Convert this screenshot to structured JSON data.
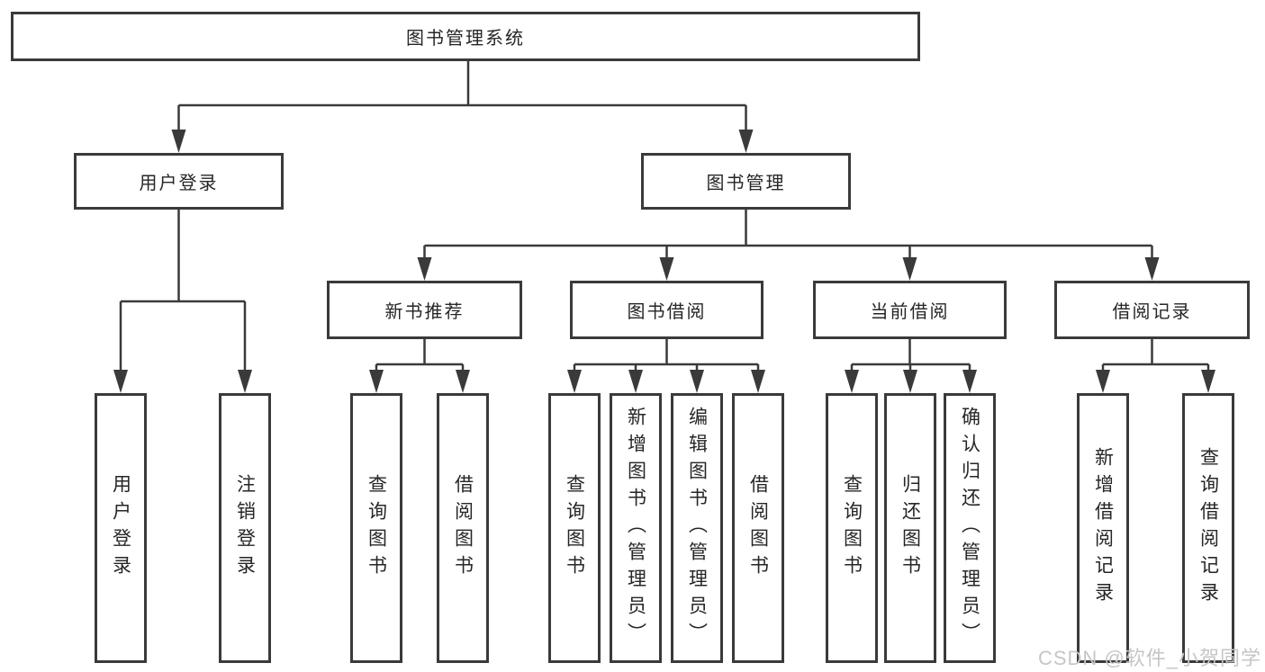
{
  "nodes": {
    "root": "图书管理系统",
    "user_login": "用户登录",
    "book_management": "图书管理",
    "new_book_recommend": "新书推荐",
    "book_borrow": "图书借阅",
    "current_borrow": "当前借阅",
    "borrow_record": "借阅记录",
    "leaf_user_login": "用户登录",
    "leaf_logout": "注销登录",
    "leaf_nb_query_book": "查询图书",
    "leaf_nb_borrow_book": "借阅图书",
    "leaf_bb_query_book": "查询图书",
    "leaf_bb_add_book": "新增图书（管理员）",
    "leaf_bb_edit_book": "编辑图书（管理员）",
    "leaf_bb_borrow_book": "借阅图书",
    "leaf_cb_query_book": "查询图书",
    "leaf_cb_return_book": "归还图书",
    "leaf_cb_confirm_return": "确认归还（管理员）",
    "leaf_br_add_record": "新增借阅记录",
    "leaf_br_query_record": "查询借阅记录"
  },
  "watermark": "CSDN @软件_小贺同学",
  "colors": {
    "line": "#3a3a3a",
    "text": "#262626",
    "watermark": "#c6c6c6",
    "background": "#ffffff"
  }
}
